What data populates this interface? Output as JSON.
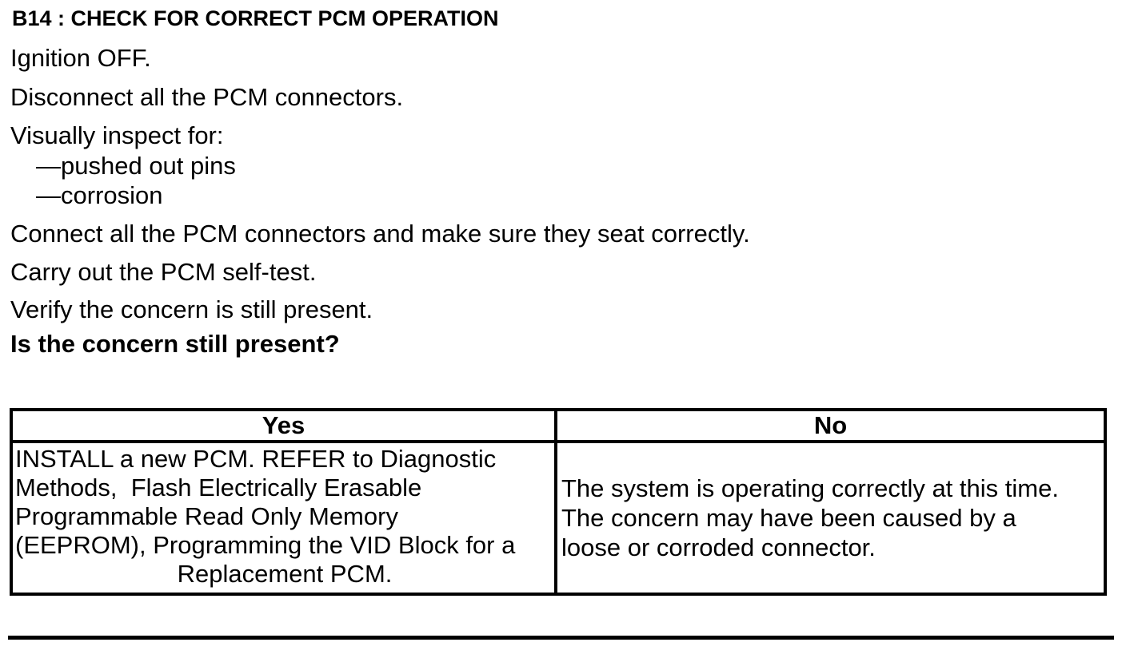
{
  "page": {
    "title": "B14 : CHECK FOR CORRECT PCM OPERATION"
  },
  "procedure": {
    "steps": [
      "Ignition OFF.",
      "Disconnect all the PCM connectors.",
      "Visually inspect for:",
      "—pushed out pins",
      "—corrosion",
      "Connect all the PCM connectors and make sure they seat correctly.",
      "Carry out the PCM self-test.",
      "Verify the concern is still present."
    ],
    "question": "Is the concern still present?"
  },
  "result_table": {
    "yes_header": "Yes",
    "no_header": "No",
    "yes_cell": {
      "lines": [
        "INSTALL a new PCM. REFER to Diagnostic",
        "Methods,  Flash Electrically Erasable",
        "Programmable Read Only Memory",
        "(EEPROM), Programming the VID Block for a",
        "Replacement PCM."
      ]
    },
    "no_cell": {
      "lines": [
        "The system is operating correctly at this time.",
        "The concern may have been caused by a",
        "loose or corroded connector."
      ]
    }
  },
  "colors": {
    "text": "#000000",
    "background": "#ffffff",
    "border": "#000000"
  }
}
